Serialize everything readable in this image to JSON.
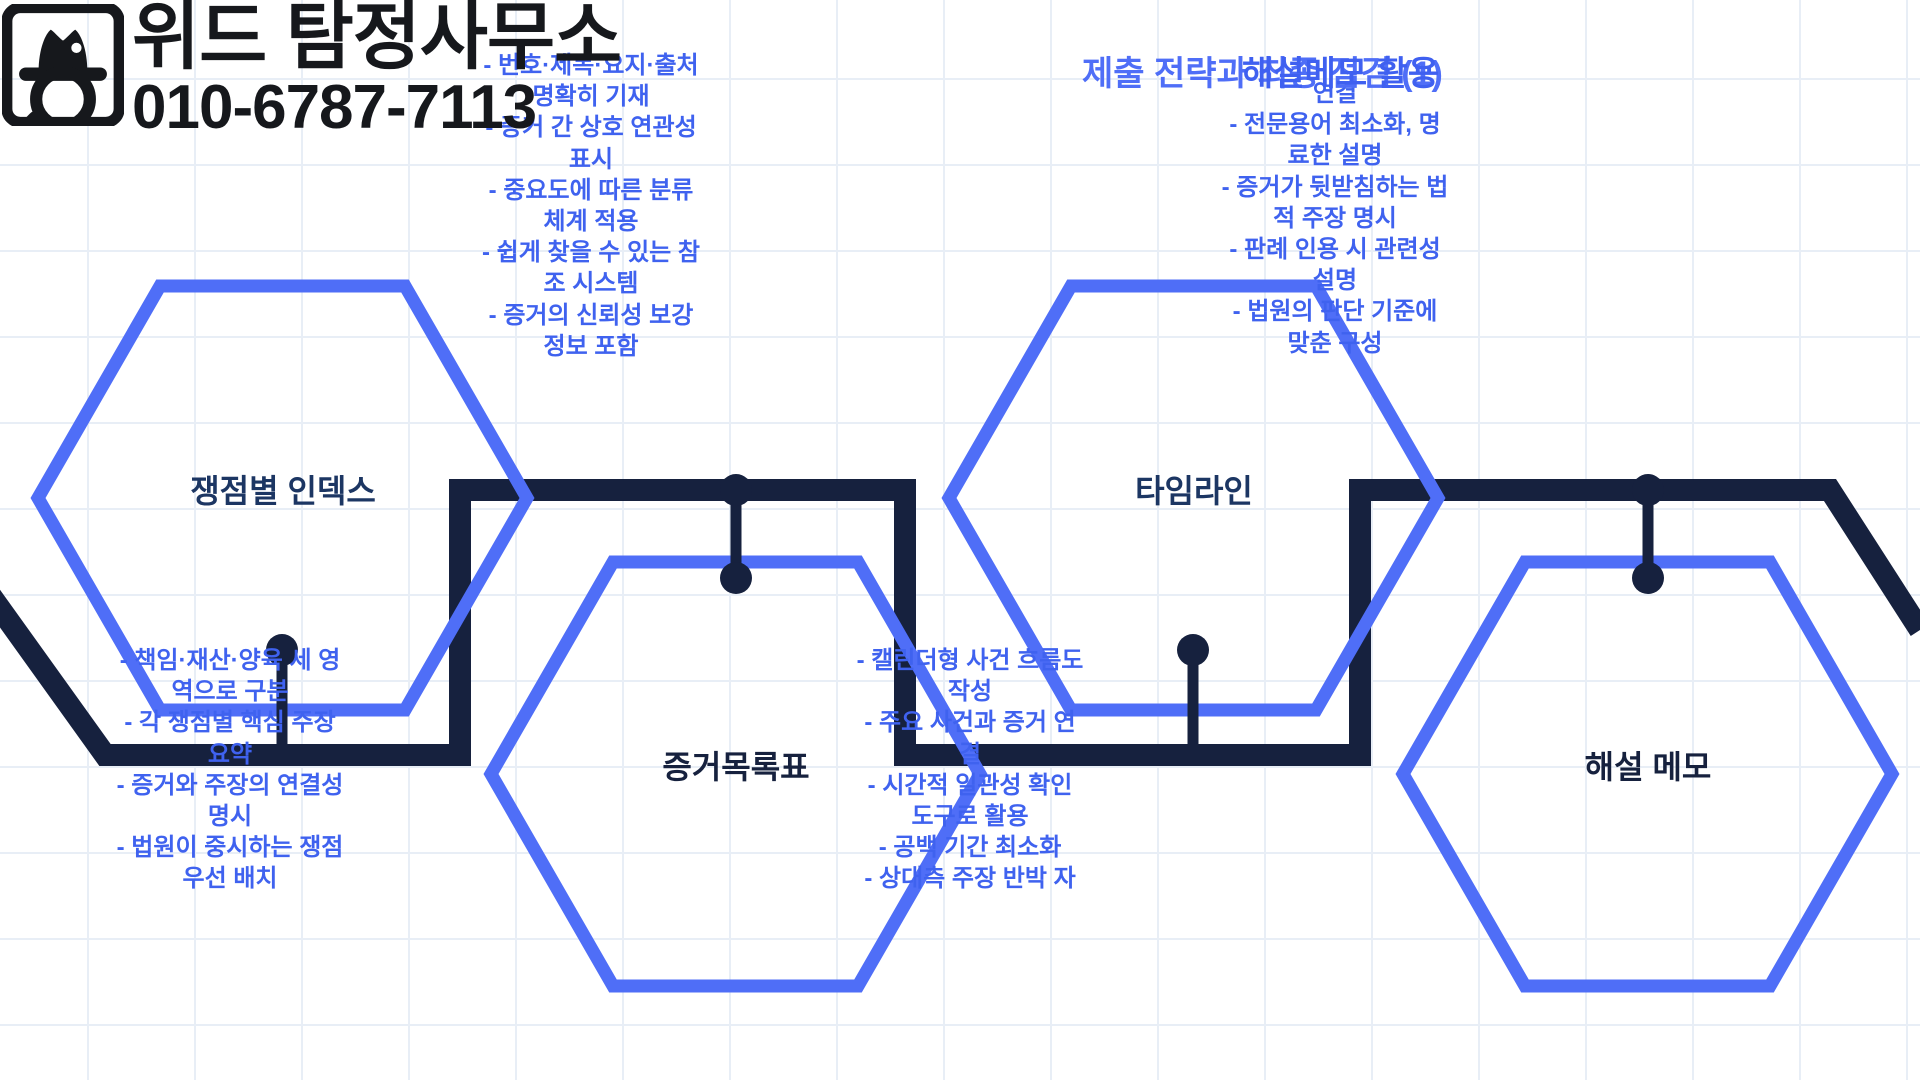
{
  "brand": {
    "logo_icon": "detective-cat-magnifier-logo",
    "name": "위드 탐정사무소",
    "phone": "010-6787-7113"
  },
  "headline": {
    "primary": "제출 전략과 최종 점검 (1)",
    "overlay": "해설메모 활용"
  },
  "colors": {
    "accent_blue": "#4f6ef7",
    "text_blue": "#3f62ef",
    "navy": "#1c3663",
    "dark_navy": "#16213e",
    "grid_line": "#e8eef6",
    "black": "#16181c",
    "background": "#ffffff"
  },
  "nodes": [
    {
      "id": "node-1",
      "label": "쟁점별 인덱스",
      "outline": "#4f6ef7",
      "label_color": "#1c3663",
      "bullets": [
        "- 책임·재산·양육 세 영",
        "역으로 구분",
        "- 각 쟁점별 핵심 주장",
        "요약",
        "- 증거와 주장의 연결성",
        "명시",
        "- 법원이 중시하는 쟁점",
        "우선 배치"
      ]
    },
    {
      "id": "node-2",
      "label": "증거목록표",
      "outline": "#4f6ef7",
      "label_color": "#16213e",
      "bullets": [
        "- 번호·제목·요지·출처",
        "명확히 기재",
        "- 증거 간 상호 연관성",
        "표시",
        "- 중요도에 따른 분류",
        "체계 적용",
        "- 쉽게 찾을 수 있는 참",
        "조 시스템",
        "- 증거의 신뢰성 보강",
        "정보 포함"
      ]
    },
    {
      "id": "node-3",
      "label": "타임라인",
      "outline": "#4f6ef7",
      "label_color": "#1c3663",
      "bullets": [
        "- 캘린더형 사건 흐름도",
        "작성",
        "- 주요 사건과 증거 연",
        "결",
        "- 시간적 일관성 확인",
        "도구로 활용",
        "- 공백 기간 최소화",
        "- 상대측 주장 반박 자"
      ]
    },
    {
      "id": "node-4",
      "label": "해설 메모",
      "outline": "#4f6ef7",
      "label_color": "#16213e",
      "bullets": [
        "연결",
        "- 전문용어 최소화, 명",
        "료한 설명",
        "- 증거가 뒷받침하는 법",
        "적 주장 명시",
        "- 판례 인용 시 관련성",
        "설명",
        "- 법원의 판단 기준에",
        "맞춘 구성"
      ]
    }
  ]
}
